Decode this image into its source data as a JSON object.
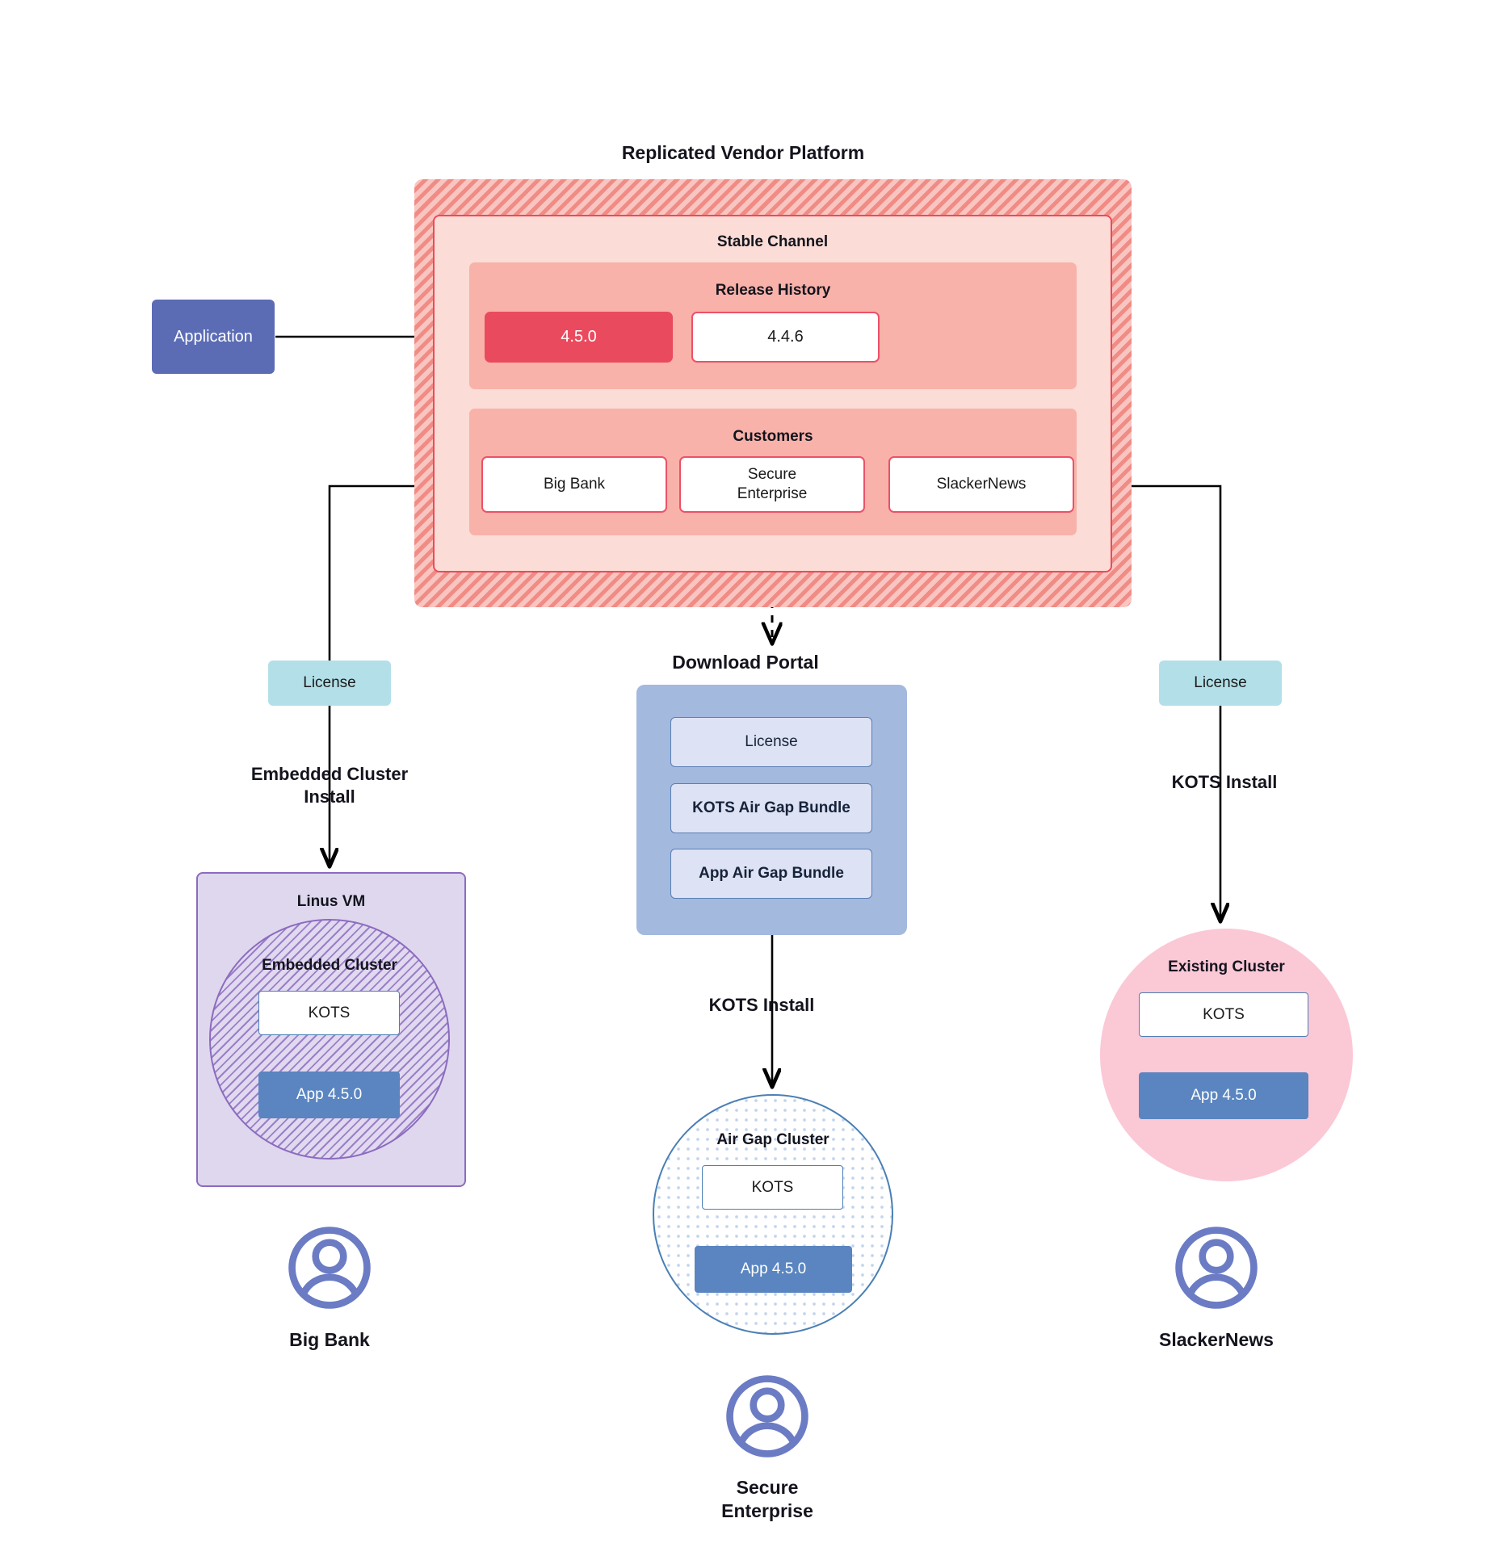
{
  "platform": {
    "title": "Replicated Vendor Platform",
    "channel_title": "Stable Channel",
    "release_history_title": "Release History",
    "releases": [
      {
        "version": "4.5.0",
        "state": "current"
      },
      {
        "version": "4.4.6",
        "state": "previous"
      }
    ],
    "customers_title": "Customers",
    "customers": [
      {
        "name": "Big Bank"
      },
      {
        "name": "Secure\nEnterprise"
      },
      {
        "name": "SlackerNews"
      }
    ]
  },
  "application": {
    "label": "Application"
  },
  "licenses": {
    "left_label": "License",
    "right_label": "License"
  },
  "steps": {
    "embedded_cluster_install": "Embedded Cluster\nInstall",
    "kots_install_middle": "KOTS Install",
    "kots_install_right": "KOTS Install"
  },
  "download_portal": {
    "title": "Download  Portal",
    "items": [
      {
        "label": "License"
      },
      {
        "label": "KOTS Air Gap Bundle"
      },
      {
        "label": "App Air Gap Bundle"
      }
    ]
  },
  "targets": {
    "linux_vm": {
      "title": "Linus VM",
      "cluster_title": "Embedded Cluster",
      "kots_label": "KOTS",
      "app_label": "App 4.5.0"
    },
    "air_gap": {
      "title": "Air Gap Cluster",
      "kots_label": "KOTS",
      "app_label": "App 4.5.0"
    },
    "existing": {
      "title": "Existing Cluster",
      "kots_label": "KOTS",
      "app_label": "App 4.5.0"
    }
  },
  "personas": [
    {
      "name": "Big Bank",
      "icon": "user-circle-icon"
    },
    {
      "name": "Secure\nEnterprise",
      "icon": "user-circle-icon"
    },
    {
      "name": "SlackerNews",
      "icon": "user-circle-icon"
    }
  ],
  "colors": {
    "platform_hatch": "#f08b85",
    "channel_bg": "#fbdcd6",
    "channel_border": "#ec4a5c",
    "section_bg": "#f8b2a9",
    "release_current": "#ea4a5e",
    "application": "#5b6cb5",
    "license": "#b3e0e8",
    "portal": "#a3b9de",
    "portal_item": "#dde2f4",
    "vm_bg": "#ded7ee",
    "vm_border": "#8c6bbf",
    "app_chip": "#5a85c0",
    "kots_border": "#4a7fb5",
    "existing_cluster": "#fbc8d6",
    "persona": "#6b7cc4"
  }
}
